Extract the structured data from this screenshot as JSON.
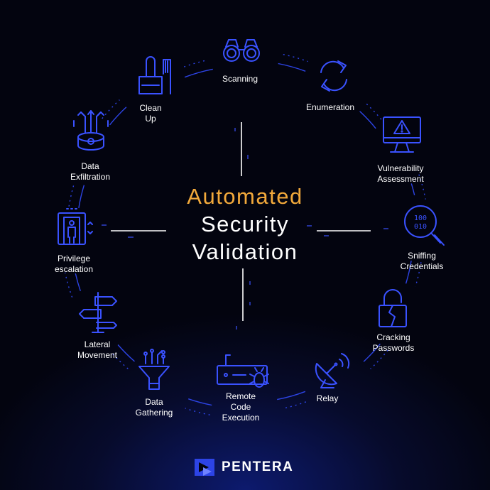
{
  "title": {
    "line1": "Automated",
    "line2": "Security",
    "line3": "Validation"
  },
  "colors": {
    "accent": "#f2a93b",
    "icon_blue": "#3a52ff",
    "ring_blue": "#2d44e6",
    "text": "#ffffff",
    "background": "#03040f"
  },
  "steps": [
    {
      "id": "scanning",
      "icon": "binoculars-icon",
      "lines": [
        "Scanning"
      ]
    },
    {
      "id": "enumeration",
      "icon": "refresh-arrows-icon",
      "lines": [
        "Enumeration"
      ]
    },
    {
      "id": "vulnerability-assessment",
      "icon": "monitor-warning-icon",
      "lines": [
        "Vulnerability",
        "Assessment"
      ]
    },
    {
      "id": "sniffing-credentials",
      "icon": "binary-magnifier-icon",
      "lines": [
        "Sniffing",
        "Credentials"
      ]
    },
    {
      "id": "cracking-passwords",
      "icon": "broken-padlock-icon",
      "lines": [
        "Cracking",
        "Passwords"
      ]
    },
    {
      "id": "relay",
      "icon": "satellite-dish-icon",
      "lines": [
        "Relay"
      ]
    },
    {
      "id": "remote-code-execution",
      "icon": "router-bug-icon",
      "lines": [
        "Remote",
        "Code",
        "Execution"
      ]
    },
    {
      "id": "data-gathering",
      "icon": "funnel-icon",
      "lines": [
        "Data",
        "Gathering"
      ]
    },
    {
      "id": "lateral-movement",
      "icon": "signpost-icon",
      "lines": [
        "Lateral",
        "Movement"
      ]
    },
    {
      "id": "privilege-escalation",
      "icon": "elevator-icon",
      "lines": [
        "Privilege",
        "escalation"
      ]
    },
    {
      "id": "data-exfiltration",
      "icon": "database-upload-icon",
      "lines": [
        "Data",
        "Exfiltration"
      ]
    },
    {
      "id": "clean-up",
      "icon": "dustpan-brush-icon",
      "lines": [
        "Clean",
        "Up"
      ]
    }
  ],
  "brand": {
    "name": "PENTERA",
    "logo": "pentera-logo-icon"
  }
}
